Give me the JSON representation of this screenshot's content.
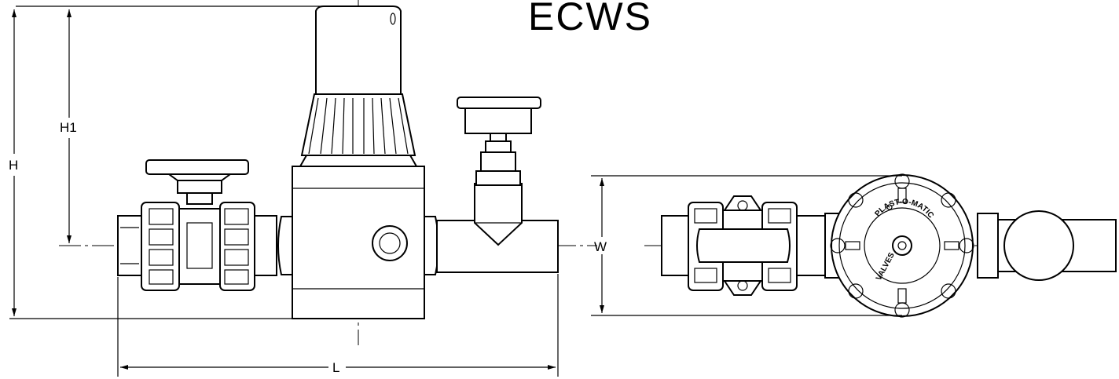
{
  "title": "ECWS",
  "dimensions": {
    "height": "H",
    "height_to_center": "H1",
    "width": "W",
    "length": "L"
  },
  "body_lettering": [
    "PLAST-O-MATIC",
    "VALVES"
  ]
}
